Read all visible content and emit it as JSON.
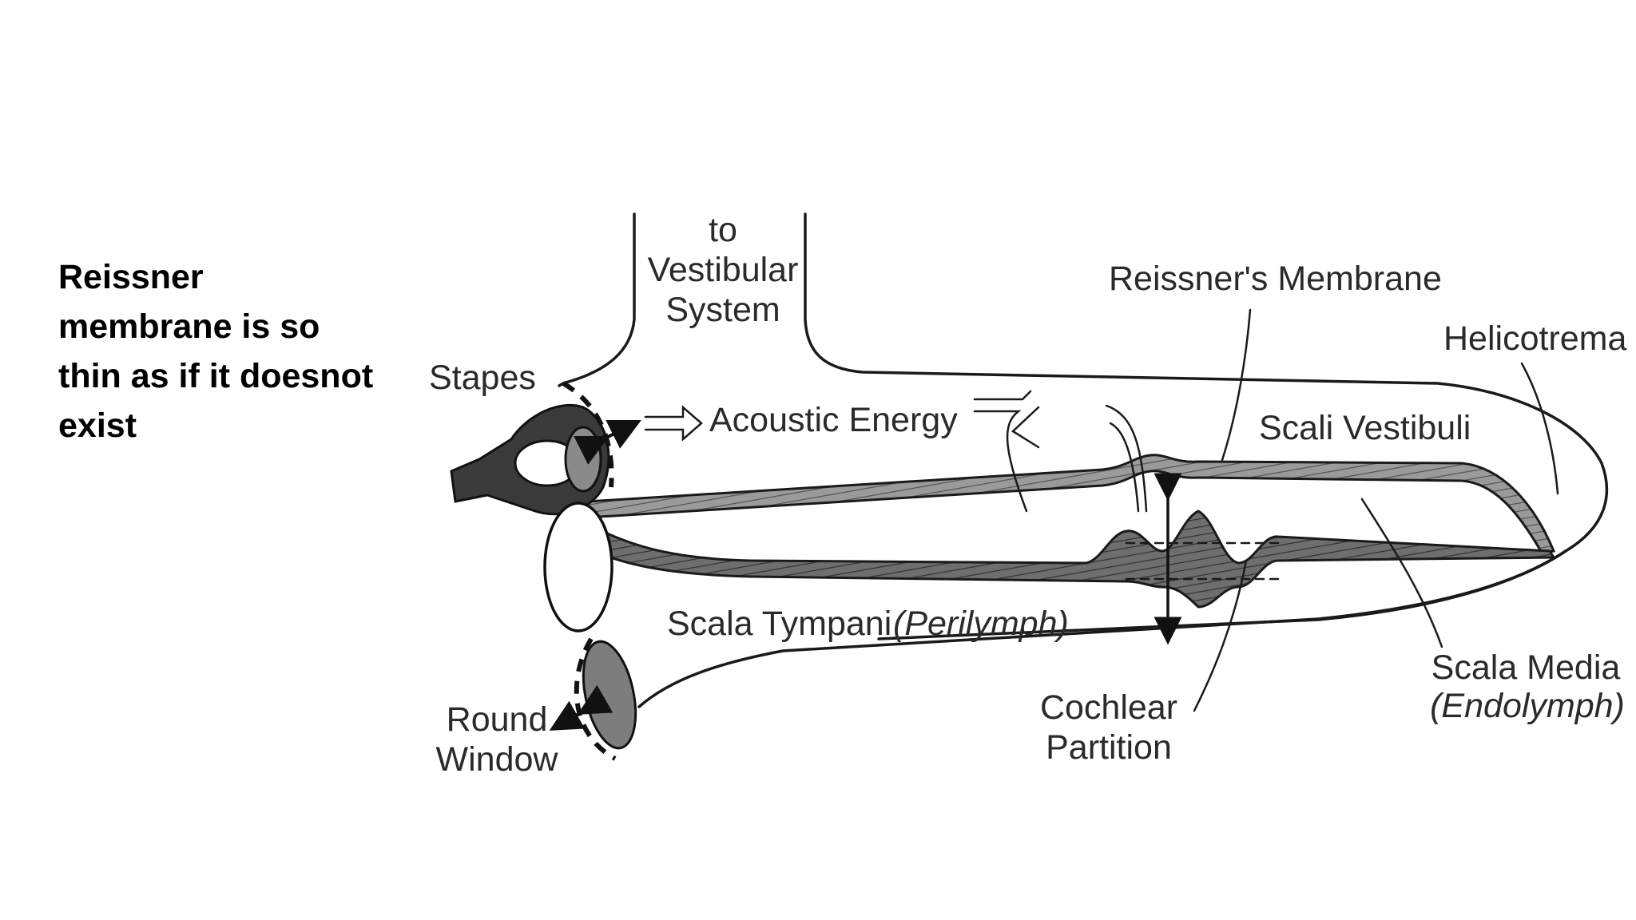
{
  "note": {
    "lines": [
      "Reissner",
      "membrane is so",
      "thin as if it doesnot",
      "exist"
    ]
  },
  "diagram": {
    "labels": {
      "to": "to",
      "vestibular": "Vestibular",
      "system": "System",
      "stapes": "Stapes",
      "acoustic_energy": "Acoustic Energy",
      "reissners_membrane": "Reissner's Membrane",
      "helicotrema": "Helicotrema",
      "scali_vestibuli": "Scali Vestibuli",
      "scala_tympani": "Scala Tympani",
      "perilymph": "(Perilymph)",
      "round": "Round",
      "window": "Window",
      "cochlear": "Cochlear",
      "partition": "Partition",
      "scala_media": "Scala Media",
      "endolymph": "(Endolymph)"
    }
  }
}
